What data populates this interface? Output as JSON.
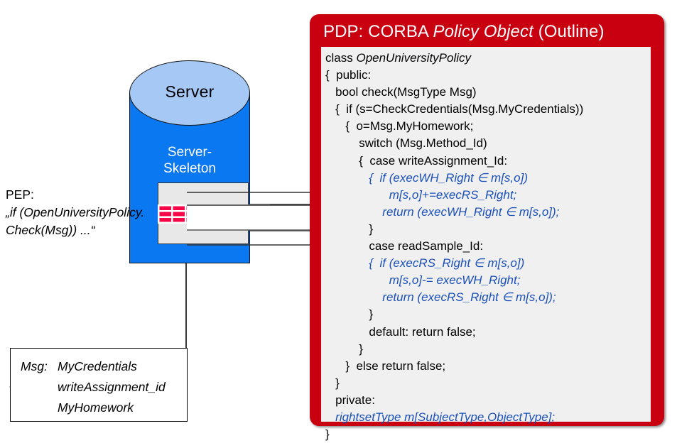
{
  "diagram": {
    "server": {
      "label": "Server",
      "skeleton_label": "Server-\nSkeleton"
    },
    "firewall_icon": "brick-wall-icon",
    "pep": {
      "heading": "PEP:",
      "line1": "„if (OpenUniversityPolicy.",
      "line2": "Check(Msg)) ...“"
    },
    "msg_box": {
      "label": "Msg:",
      "fields": [
        "MyCredentials",
        "writeAssignment_id",
        "MyHomework"
      ]
    },
    "colors": {
      "server_body": "#0a78f0",
      "server_top": "#a5c8f5",
      "firewall_box": "#e8e8e8",
      "brick": "#f5074a"
    }
  },
  "pdp": {
    "title_parts": {
      "prefix": "PDP: CORBA ",
      "emphasis": "Policy Object",
      "suffix": " (Outline)"
    },
    "colors": {
      "panel": "#c8000f",
      "code_bg": "#f0f0f0",
      "code_accent": "#1a50b8"
    },
    "code": [
      {
        "text": "class OpenUniversityPolicy",
        "style": "mixed-italic-tail"
      },
      {
        "text": "{  public:",
        "style": "plain"
      },
      {
        "text": "   bool check(MsgType Msg)",
        "style": "plain"
      },
      {
        "text": "   {  if (s=CheckCredentials(Msg.MyCredentials))",
        "style": "plain"
      },
      {
        "text": "      {  o=Msg.MyHomework;",
        "style": "plain"
      },
      {
        "text": "          switch (Msg.Method_Id)",
        "style": "plain"
      },
      {
        "text": "          {  case writeAssignment_Id:",
        "style": "plain"
      },
      {
        "text": "             {  if (execWH_Right ∈ m[s,o])",
        "style": "blue"
      },
      {
        "text": "                   m[s,o]+=execRS_Right;",
        "style": "blue"
      },
      {
        "text": "                 return (execWH_Right ∈ m[s,o]);",
        "style": "blue"
      },
      {
        "text": "             }",
        "style": "plain"
      },
      {
        "text": "             case readSample_Id:",
        "style": "plain"
      },
      {
        "text": "             {  if (execRS_Right ∈ m[s,o])",
        "style": "blue"
      },
      {
        "text": "                   m[s,o]-= execWH_Right;",
        "style": "blue"
      },
      {
        "text": "                 return (execRS_Right ∈ m[s,o]);",
        "style": "blue"
      },
      {
        "text": "             }",
        "style": "plain"
      },
      {
        "text": "             default: return false;",
        "style": "plain"
      },
      {
        "text": "          }",
        "style": "plain"
      },
      {
        "text": "      }  else return false;",
        "style": "plain"
      },
      {
        "text": "   }",
        "style": "plain"
      },
      {
        "text": "   private:",
        "style": "plain"
      },
      {
        "text": "   rightsetType m[SubjectType,ObjectType];",
        "style": "blue"
      },
      {
        "text": "}",
        "style": "plain"
      }
    ],
    "code_first_line": {
      "keyword": "class ",
      "name": "OpenUniversityPolicy"
    }
  }
}
